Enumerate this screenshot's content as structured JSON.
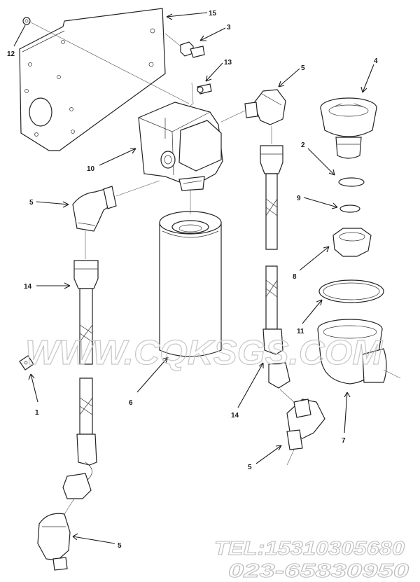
{
  "callouts": {
    "c15": "15",
    "c3": "3",
    "c12": "12",
    "c13": "13",
    "c5a": "5",
    "c4": "4",
    "c10": "10",
    "c2": "2",
    "c9": "9",
    "c5b": "5",
    "c8": "8",
    "c14a": "14",
    "c11": "11",
    "c1": "1",
    "c6": "6",
    "c14b": "14",
    "c7": "7",
    "c5c": "5",
    "c5d": "5"
  },
  "watermark": {
    "site": "WWW.CQKSGS.COM",
    "tel": "TEL:15310305680",
    "phone": "023-65830950"
  },
  "colors": {
    "ink": "#222222",
    "watermark": "#c8c8c8",
    "background": "#ffffff"
  }
}
